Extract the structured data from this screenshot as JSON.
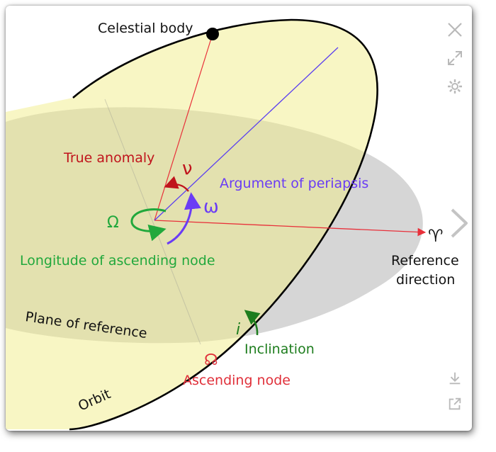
{
  "diagram": {
    "labels": {
      "celestial_body": "Celestial body",
      "true_anomaly": "True anomaly",
      "nu_symbol": "ν",
      "argument_of_periapsis": "Argument of periapsis",
      "omega_symbol": "ω",
      "capital_omega_symbol": "Ω",
      "longitude_of_ascending_node": "Longitude of ascending node",
      "aries_symbol": "♈",
      "reference_line1": "Reference",
      "reference_line2": "direction",
      "plane_of_reference": "Plane of reference",
      "inclination_symbol": "i",
      "inclination": "Inclination",
      "ascending_node_symbol": "☊",
      "ascending_node": "Ascending node",
      "orbit": "Orbit"
    },
    "colors": {
      "plane_fill": "#d6d6d6",
      "orbit_fill": "#f6f3b4",
      "true_anomaly": "#c0141c",
      "argument_of_periapsis": "#6a3cf5",
      "longitude_of_ascending_node": "#21a83c",
      "reference_direction": "#e8303a",
      "inclination": "#1e7d1e",
      "ascending_node": "#e0303a",
      "text": "#111111"
    }
  },
  "toolbar": {
    "close_icon": "close-icon",
    "expand_icon": "expand-icon",
    "settings_icon": "gear-icon",
    "next_icon": "chevron-right-icon",
    "download_icon": "download-icon",
    "share_icon": "share-icon"
  }
}
